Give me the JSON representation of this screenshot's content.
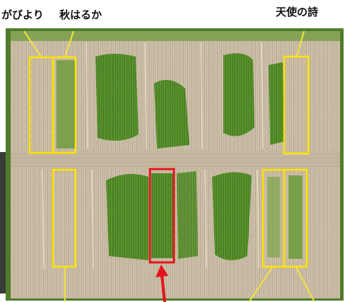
{
  "labels": {
    "left_1": "がびより",
    "left_2": "秋はるか",
    "right_1": "天使の詩"
  },
  "colors": {
    "highlight_yellow": "#ffe400",
    "highlight_red": "#e5141c",
    "straw": "#cdbfa6",
    "straw_dark": "#9c8f79",
    "green_rice": "#58912a",
    "green_rice_dark": "#2f5d19",
    "leader_yellow": "#f4e53b",
    "arrow_red": "#e5141c"
  }
}
